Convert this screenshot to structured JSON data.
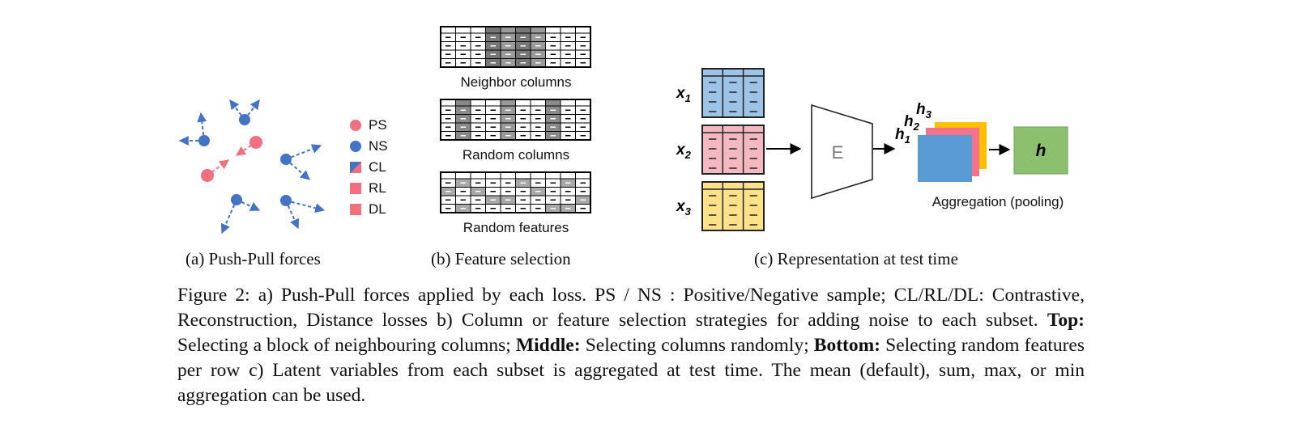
{
  "panel_a": {
    "caption": "(a) Push-Pull forces",
    "legend": [
      {
        "label": "PS",
        "color": "#f0707f",
        "shape": "circle"
      },
      {
        "label": "NS",
        "color": "#4472c4",
        "shape": "circle"
      },
      {
        "label": "CL",
        "color": "#4472c4",
        "color2": "#f0707f",
        "shape": "split-square"
      },
      {
        "label": "RL",
        "color": "#f0707f",
        "shape": "square"
      },
      {
        "label": "DL",
        "color": "#f0707f",
        "shape": "square"
      }
    ]
  },
  "panel_b": {
    "caption": "(b) Feature selection",
    "tables": [
      {
        "label": "Neighbor columns"
      },
      {
        "label": "Random columns"
      },
      {
        "label": "Random features"
      }
    ]
  },
  "panel_c": {
    "caption": "(c) Representation at test time",
    "inputs": [
      {
        "label_base": "x",
        "label_sub": "1",
        "fill": "#9dc3e6"
      },
      {
        "label_base": "x",
        "label_sub": "2",
        "fill": "#f4b8c1"
      },
      {
        "label_base": "x",
        "label_sub": "3",
        "fill": "#ffe18a"
      }
    ],
    "encoder_label": "E",
    "latents": [
      {
        "label_base": "h",
        "label_sub": "1",
        "fill": "#5b9bd5"
      },
      {
        "label_base": "h",
        "label_sub": "2",
        "fill": "#f4728a"
      },
      {
        "label_base": "h",
        "label_sub": "3",
        "fill": "#ffc000"
      }
    ],
    "aggregation_label": "Aggregation (pooling)",
    "output_label": "h",
    "output_fill": "#8cbf6e"
  },
  "caption": {
    "text1": "Figure 2: a) Push-Pull forces applied by each loss. PS / NS : Positive/Negative sample; CL/RL/DL: Contrastive, Reconstruction, Distance losses b) Column or feature selection strategies for adding noise to each subset. ",
    "top_label": "Top:",
    "text2": " Selecting a block of neighbouring columns; ",
    "middle_label": "Middle:",
    "text3": " Selecting columns randomly; ",
    "bottom_label": "Bottom:",
    "text4": " Selecting random features per row c) Latent variables from each subset is aggregated at test time. The mean (default), sum, max, or min aggregation can be used."
  }
}
